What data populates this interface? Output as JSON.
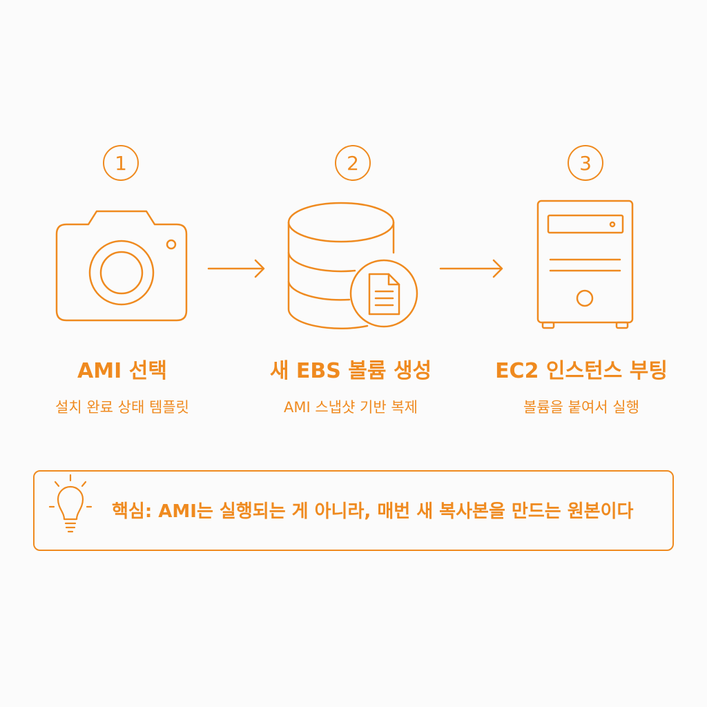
{
  "steps": [
    {
      "number": "1",
      "icon": "camera-icon",
      "title": "AMI 선택",
      "subtitle": "설치 완료 상태 템플릿"
    },
    {
      "number": "2",
      "icon": "database-document-icon",
      "title": "새 EBS 볼륨 생성",
      "subtitle": "AMI 스냅샷 기반 복제"
    },
    {
      "number": "3",
      "icon": "server-tower-icon",
      "title": "EC2 인스턴스 부팅",
      "subtitle": "볼륨을 붙여서 실행"
    }
  ],
  "key_note": {
    "icon": "lightbulb-icon",
    "text": "핵심: AMI는 실행되는 게 아니라, 매번 새 복사본을 만드는 원본이다"
  },
  "colors": {
    "accent": "#ef8a1f",
    "background": "#fbfbfb"
  }
}
